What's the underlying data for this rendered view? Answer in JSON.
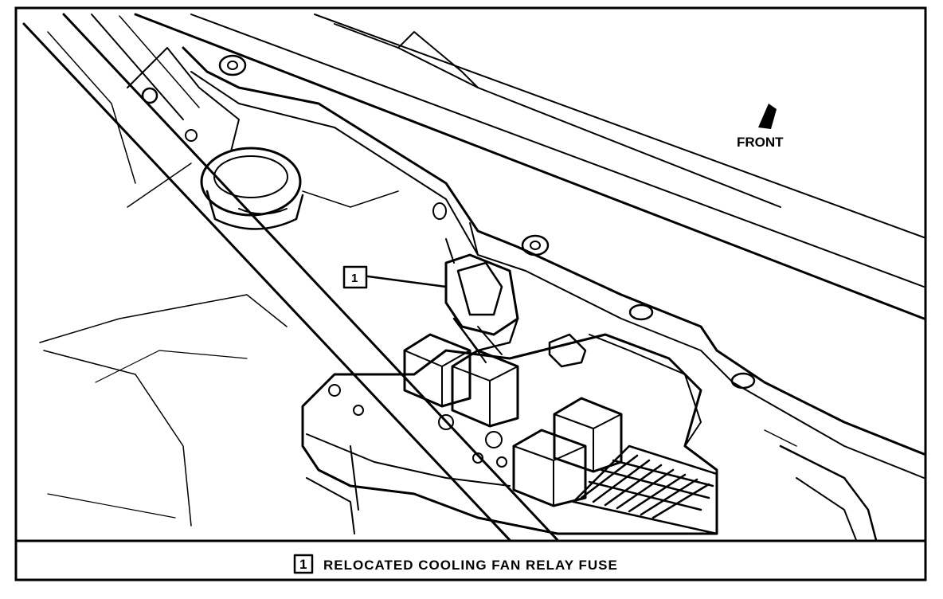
{
  "figure": {
    "front_label": "FRONT",
    "callout_number": "1",
    "caption_number": "1",
    "caption_text": "RELOCATED COOLING FAN RELAY FUSE"
  },
  "colors": {
    "ink": "#000000",
    "paper": "#ffffff"
  },
  "icons": {
    "front_arrow": "front-direction-arrow-icon"
  }
}
